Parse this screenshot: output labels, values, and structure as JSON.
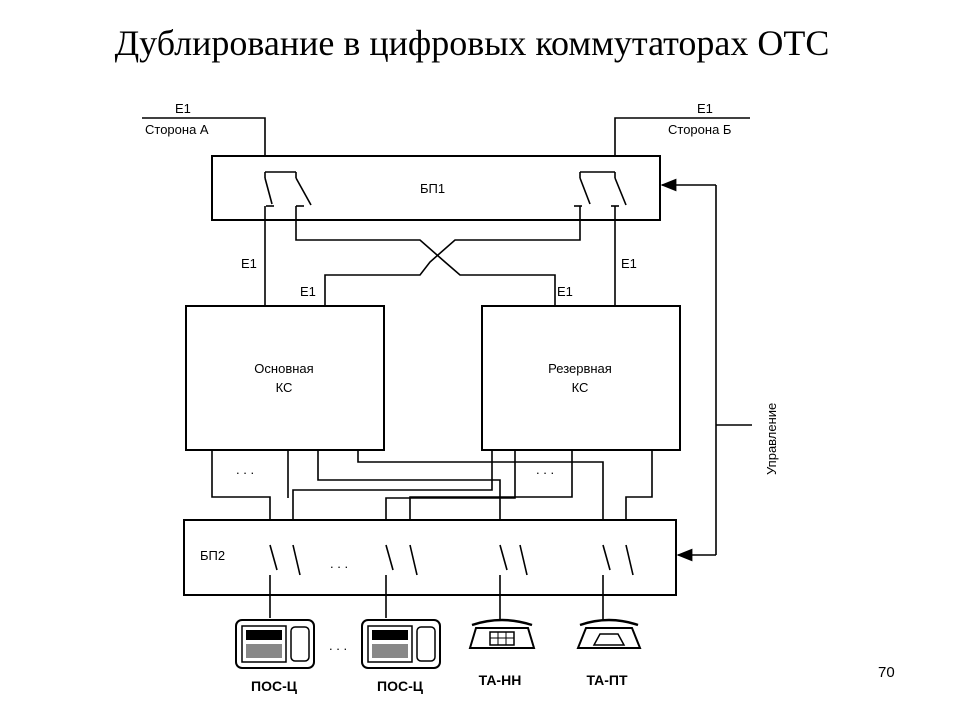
{
  "title": "Дублирование в цифровых коммутаторах ОТС",
  "page_number": "70",
  "diagram": {
    "side_a": {
      "line": "E1",
      "label": "Сторона А"
    },
    "side_b": {
      "line": "E1",
      "label": "Сторона Б"
    },
    "bp1": "БП1",
    "bp2": "БП2",
    "e1_labels": [
      "E1",
      "E1",
      "E1",
      "E1"
    ],
    "main_switch": {
      "line1": "Основная",
      "line2": "КС"
    },
    "reserve_switch": {
      "line1": "Резервная",
      "line2": "КС"
    },
    "control": "Управление",
    "ellipsis": ". . .",
    "terminals": [
      "ПОС-Ц",
      "ПОС-Ц",
      "ТА-НН",
      "ТА-ПТ"
    ]
  }
}
